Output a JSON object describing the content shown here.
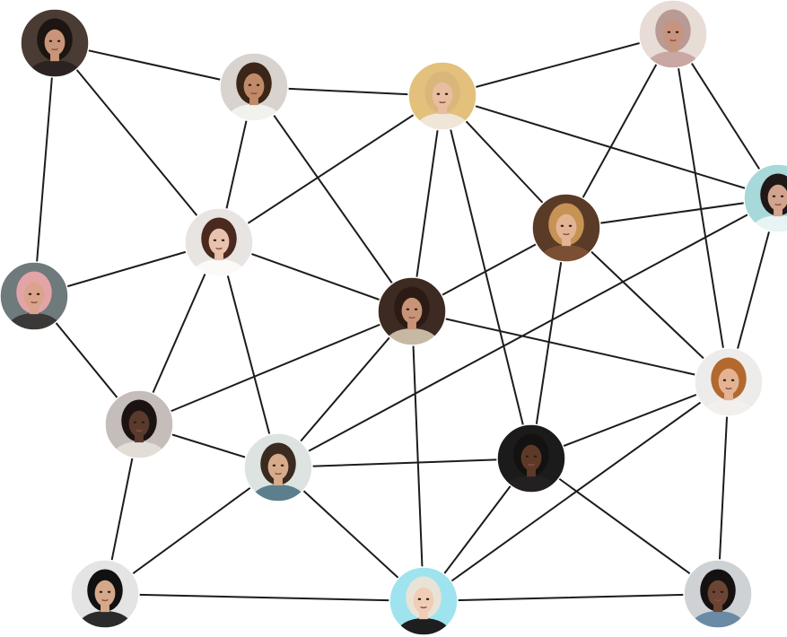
{
  "nodes": [
    {
      "id": "person-01",
      "bg": "#4a3b34",
      "skin": "#c99579",
      "hair": "#1d1512",
      "shirt": "#2a2322"
    },
    {
      "id": "person-02",
      "bg": "#d8d3cf",
      "skin": "#c08a68",
      "hair": "#3a2517",
      "shirt": "#f3f1ee"
    },
    {
      "id": "person-03",
      "bg": "#e3c17c",
      "skin": "#e7bfa0",
      "hair": "#d9b67a",
      "shirt": "#f0e6d8"
    },
    {
      "id": "person-04",
      "bg": "#e8dcd6",
      "skin": "#c7957d",
      "hair": "#b99a94",
      "shirt": "#c9a7a2"
    },
    {
      "id": "person-05",
      "bg": "#a7d8da",
      "skin": "#d2a48d",
      "hair": "#1f1816",
      "shirt": "#e8f3f3"
    },
    {
      "id": "person-06",
      "bg": "#e7e4e2",
      "skin": "#e8c2ad",
      "hair": "#4a2a1e",
      "shirt": "#fbfaf9"
    },
    {
      "id": "person-07",
      "bg": "#5a3b27",
      "skin": "#e2b494",
      "hair": "#c79355",
      "shirt": "#7a4f33"
    },
    {
      "id": "person-08",
      "bg": "#6e7a7c",
      "skin": "#d9a48b",
      "hair": "#e3a4a8",
      "shirt": "#3b3838"
    },
    {
      "id": "person-09",
      "bg": "#3d2a22",
      "skin": "#c89477",
      "hair": "#2b1b14",
      "shirt": "#c7b8a3"
    },
    {
      "id": "person-10",
      "bg": "#c5bdb9",
      "skin": "#5a3a2c",
      "hair": "#1b1311",
      "shirt": "#e3ddd8"
    },
    {
      "id": "person-11",
      "bg": "#dde3e1",
      "skin": "#d6ab8c",
      "hair": "#3a2a1f",
      "shirt": "#5b7f8c"
    },
    {
      "id": "person-12",
      "bg": "#edeceb",
      "skin": "#e3b393",
      "hair": "#b3692d",
      "shirt": "#f2efec"
    },
    {
      "id": "person-13",
      "bg": "#1c1b1b",
      "skin": "#5d3a28",
      "hair": "#141111",
      "shirt": "#222020"
    },
    {
      "id": "person-14",
      "bg": "#e4e4e4",
      "skin": "#d6a88a",
      "hair": "#111111",
      "shirt": "#2b2b2b"
    },
    {
      "id": "person-15",
      "bg": "#9fe3ee",
      "skin": "#efcdb6",
      "hair": "#e9e3d6",
      "shirt": "#1e1e1e"
    },
    {
      "id": "person-16",
      "bg": "#cfd2d4",
      "skin": "#6b4533",
      "hair": "#161111",
      "shirt": "#6a8aa6"
    }
  ],
  "edges": [
    [
      "person-01",
      "person-02"
    ],
    [
      "person-01",
      "person-06"
    ],
    [
      "person-01",
      "person-08"
    ],
    [
      "person-02",
      "person-03"
    ],
    [
      "person-02",
      "person-06"
    ],
    [
      "person-02",
      "person-09"
    ],
    [
      "person-03",
      "person-04"
    ],
    [
      "person-03",
      "person-05"
    ],
    [
      "person-03",
      "person-06"
    ],
    [
      "person-03",
      "person-07"
    ],
    [
      "person-03",
      "person-09"
    ],
    [
      "person-03",
      "person-13"
    ],
    [
      "person-04",
      "person-07"
    ],
    [
      "person-04",
      "person-05"
    ],
    [
      "person-04",
      "person-12"
    ],
    [
      "person-05",
      "person-07"
    ],
    [
      "person-05",
      "person-11"
    ],
    [
      "person-05",
      "person-12"
    ],
    [
      "person-06",
      "person-08"
    ],
    [
      "person-06",
      "person-09"
    ],
    [
      "person-06",
      "person-10"
    ],
    [
      "person-06",
      "person-11"
    ],
    [
      "person-07",
      "person-09"
    ],
    [
      "person-07",
      "person-12"
    ],
    [
      "person-07",
      "person-13"
    ],
    [
      "person-08",
      "person-10"
    ],
    [
      "person-09",
      "person-10"
    ],
    [
      "person-09",
      "person-11"
    ],
    [
      "person-09",
      "person-12"
    ],
    [
      "person-09",
      "person-15"
    ],
    [
      "person-10",
      "person-11"
    ],
    [
      "person-10",
      "person-14"
    ],
    [
      "person-11",
      "person-13"
    ],
    [
      "person-11",
      "person-14"
    ],
    [
      "person-11",
      "person-15"
    ],
    [
      "person-12",
      "person-13"
    ],
    [
      "person-12",
      "person-15"
    ],
    [
      "person-12",
      "person-16"
    ],
    [
      "person-13",
      "person-15"
    ],
    [
      "person-13",
      "person-16"
    ],
    [
      "person-14",
      "person-15"
    ],
    [
      "person-15",
      "person-16"
    ]
  ]
}
